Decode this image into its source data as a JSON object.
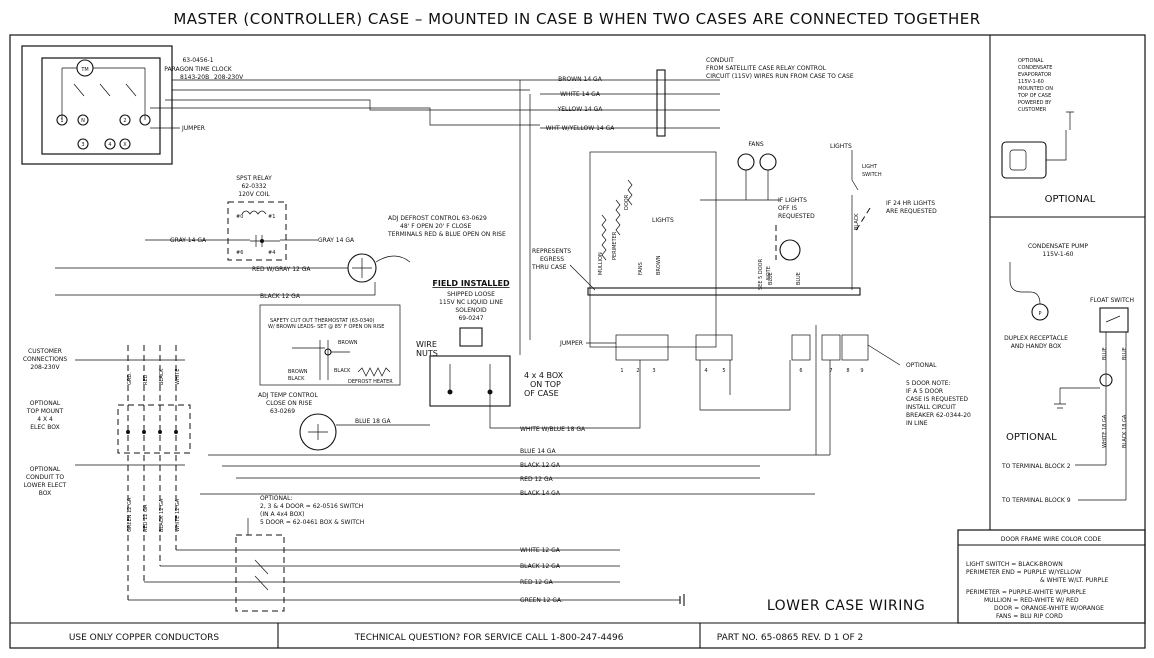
{
  "title": "MASTER (CONTROLLER) CASE  –  MOUNTED IN CASE B WHEN TWO CASES ARE CONNECTED TOGETHER",
  "time_clock": {
    "tm": "TM",
    "part": "63-0456-1",
    "name": "PARAGON TIME CLOCK",
    "model": "8143-20B",
    "volts": "208-230V",
    "terms": [
      "1",
      "N",
      "2",
      "3",
      "4",
      "X"
    ],
    "jumper": "JUMPER"
  },
  "relay": {
    "name": "SPST RELAY",
    "part": "62-0332",
    "coil": "120V COIL",
    "terms": [
      "#0",
      "#1",
      "#6",
      "#4"
    ]
  },
  "defrost": {
    "line1": "ADJ DEFROST CONTROL 63-0629",
    "line2": "48' F OPEN         20' F CLOSE",
    "line3": "TERMINALS RED & BLUE  OPEN ON RISE"
  },
  "conduit": {
    "line1": "CONDUIT",
    "line2": "FROM SATELLITE CASE RELAY CONTROL",
    "line3": "CIRCUIT (115V) WIRES RUN FROM CASE TO CASE"
  },
  "top_wires": [
    "BROWN 14 GA",
    "WHITE 14 GA",
    "YELLOW 14 GA",
    "WHT W/YELLOW 14 GA"
  ],
  "left_wires": {
    "gray1": "GRAY 14 GA",
    "gray2": "GRAY 14 GA",
    "red_gray": "RED W/GRAY 12 GA",
    "black": "BLACK 12 GA"
  },
  "safety": {
    "line1": "SAFETY CUT OUT THERMOSTAT (63-0340)",
    "line2": "W/ BROWN LEADS- SET @ 85' F OPEN ON RISE",
    "brown": "BROWN",
    "black": "BLACK",
    "brown2": "BROWN",
    "black2": "BLACK",
    "heater": "DEFROST HEATER"
  },
  "temp_control": {
    "line1": "ADJ TEMP  CONTROL",
    "line2": "CLOSE ON RISE",
    "line3": "63-0269",
    "wire": "BLUE 18 GA"
  },
  "field": {
    "heading": "FIELD INSTALLED",
    "line1": "SHIPPED LOOSE",
    "line2": "115V NC LIQUID LINE",
    "line3": "SOLENOID",
    "line4": "69-0247",
    "nuts1": "WIRE",
    "nuts2": "NUTS",
    "box1": "4 x 4 BOX",
    "box2": "ON TOP",
    "box3": "OF CASE",
    "wire": "WHITE W/BLUE 18 GA"
  },
  "customer": {
    "conn1": "CUSTOMER",
    "conn2": "CONNECTIONS",
    "conn3": "208-230V",
    "mount1": "OPTIONAL",
    "mount2": "TOP MOUNT",
    "mount3": "4 X 4",
    "mount4": "ELEC BOX",
    "cond1": "OPTIONAL",
    "cond2": "CONDUIT TO",
    "cond3": "LOWER ELECT",
    "cond4": "BOX",
    "vert_top": [
      "GRD.",
      "RED",
      "BLACK",
      "WHITE"
    ],
    "vert_bottom": [
      "GREEN 12 GA",
      "RED 12 GA",
      "BLACK 12 GA",
      "WHITE 12 GA"
    ]
  },
  "switch_note": {
    "line1": "OPTIONAL:",
    "line2": "2, 3 & 4 DOOR = 62-0516 SWITCH",
    "line3": "(IN A 4x4 BOX)",
    "line4": "5 DOOR = 62-0461 BOX & SWITCH"
  },
  "bottom_wires": [
    "WHITE 12 GA",
    "BLACK 12 GA",
    "RED 12 GA",
    "GREEN 12 GA."
  ],
  "mid_wires": [
    "BLUE 14 GA",
    "BLACK 12 GA",
    "RED 12 GA",
    "BLACK 14 GA"
  ],
  "case": {
    "represents1": "REPRESENTS",
    "represents2": "EGRESS",
    "represents3": "THRU CASE",
    "mullion": "MULLION",
    "perimeter": "PERIMETER",
    "door": "DOOR",
    "fans": "FANS",
    "brown": "BROWN",
    "lights": "LIGHTS",
    "fans_top": "FANS",
    "lights_top": "LIGHTS",
    "light_sw1": "LIGHT",
    "light_sw2": "SWITCH",
    "see5_1": "SEE 5 DOOR",
    "see5_2": "NOTE",
    "blue1": "BLUE",
    "blue2": "BLUE",
    "black": "BLACK",
    "jumper": "JUMPER",
    "ifoff1": "IF LIGHTS",
    "ifoff2": "OFF IS",
    "ifoff3": "REQUESTED",
    "if24_1": "IF 24 HR LIGHTS",
    "if24_2": "ARE REQUESTED",
    "optional": "OPTIONAL",
    "terminals": [
      "1",
      "2",
      "3",
      "4",
      "5",
      "6",
      "7",
      "8",
      "9"
    ]
  },
  "five_door": {
    "line1": "5 DOOR NOTE:",
    "line2": "IF A 5 DOOR",
    "line3": "CASE IS REQUESTED",
    "line4": "INSTALL CIRCUIT",
    "line5": "BREAKER 62-0344-20",
    "line6": "IN LINE"
  },
  "lower_case": "LOWER CASE WIRING",
  "evaporator": {
    "line1": "OPTIONAL",
    "line2": "CONDENSATE",
    "line3": "EVAPORATOR",
    "line4": "115V-1-60",
    "line5": "MOUNTED ON",
    "line6": "TOP OF CASE",
    "line7": "POWERED BY",
    "line8": "CUSTOMER",
    "optional": "OPTIONAL"
  },
  "pump": {
    "line1": "CONDENSATE PUMP",
    "line2": "115V-1-60",
    "float": "FLOAT SWITCH",
    "p": "P",
    "dup1": "DUPLEX RECEPTACLE",
    "dup2": "AND HANDY BOX",
    "blue1": "BLUE",
    "blue2": "BLUE",
    "white": "WHITE 18 GA",
    "black": "BLACK 18 GA",
    "optional": "OPTIONAL",
    "tb2": "TO TERMINAL BLOCK 2",
    "tb9": "TO TERMINAL BLOCK 9"
  },
  "color_code": {
    "heading": "DOOR FRAME WIRE COLOR CODE",
    "line1": "LIGHT SWITCH = BLACK-BROWN",
    "line2": "PERIMETER END = PURPLE W/YELLOW",
    "line3": "& WHITE W/LT. PURPLE",
    "line4": "PERIMETER = PURPLE-WHITE W/PURPLE",
    "line5": "MULLION = RED-WHITE W/ RED",
    "line6": "DOOR = ORANGE-WHITE W/ORANGE",
    "line7": "FANS = BLU RIP CORD"
  },
  "footer": {
    "left": "USE ONLY COPPER CONDUCTORS",
    "mid": "TECHNICAL QUESTION?   FOR SERVICE CALL 1-800-247-4496",
    "right": "PART NO. 65-0865   REV. D    1 OF 2"
  }
}
